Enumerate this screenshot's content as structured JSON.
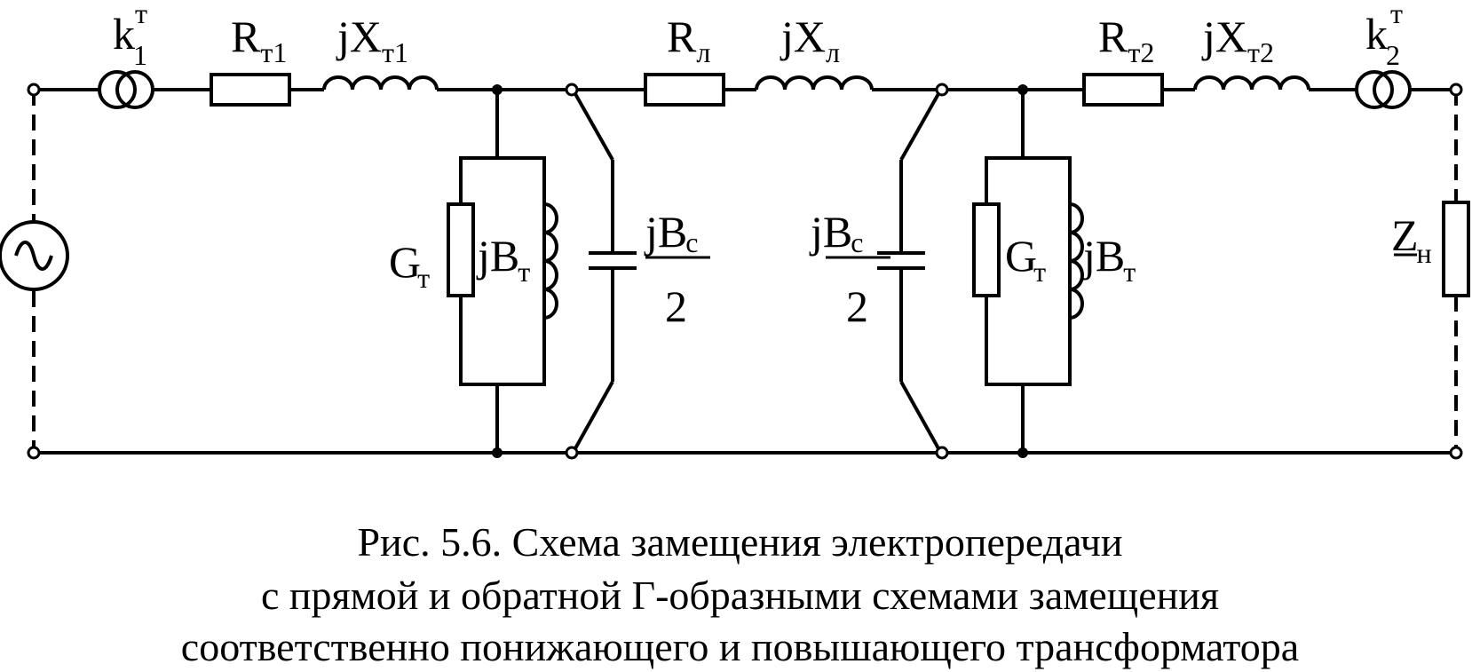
{
  "labels": {
    "k1": {
      "main": "k",
      "sub": "1",
      "sup": "т"
    },
    "rt1": {
      "main": "R",
      "sub": "т1"
    },
    "xt1": {
      "main": "jX",
      "sub": "т1"
    },
    "rl": {
      "main": "R",
      "sub": "л"
    },
    "xl": {
      "main": "jX",
      "sub": "л"
    },
    "rt2": {
      "main": "R",
      "sub": "т2"
    },
    "xt2": {
      "main": "jX",
      "sub": "т2"
    },
    "k2": {
      "main": "k",
      "sub": "2",
      "sup": "т"
    },
    "g1": {
      "main": "G",
      "sub": "т"
    },
    "b1": {
      "main": "jB",
      "sub": "т"
    },
    "g2": {
      "main": "G",
      "sub": "т"
    },
    "b2": {
      "main": "jB",
      "sub": "т"
    },
    "bc1": {
      "main": "jB",
      "sub": "c",
      "den": "2"
    },
    "bc2": {
      "main": "jB",
      "sub": "c",
      "den": "2"
    },
    "zn": {
      "main": "Z",
      "sub": "н"
    }
  },
  "caption": {
    "line1": "Рис. 5.6. Схема замещения электропередачи",
    "line2": "с прямой и обратной Г-образными схемами замещения",
    "line3": "соответственно понижающего и повышающего трансформатора"
  }
}
